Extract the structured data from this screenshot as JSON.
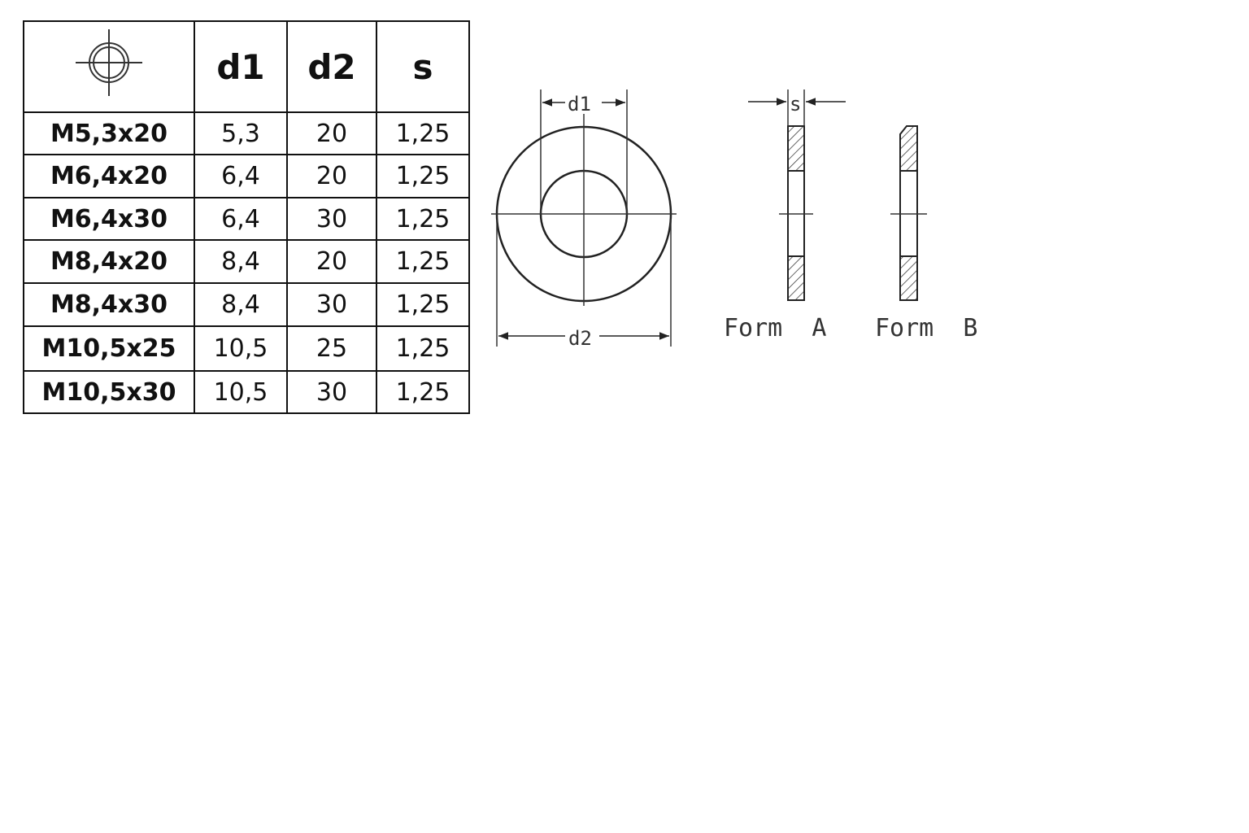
{
  "table": {
    "header_icon": "thread-size-icon",
    "columns": [
      "d1",
      "d2",
      "s"
    ],
    "rows": [
      {
        "size": "M5,3x20",
        "d1": "5,3",
        "d2": "20",
        "s": "1,25"
      },
      {
        "size": "M6,4x20",
        "d1": "6,4",
        "d2": "20",
        "s": "1,25"
      },
      {
        "size": "M6,4x30",
        "d1": "6,4",
        "d2": "30",
        "s": "1,25"
      },
      {
        "size": "M8,4x20",
        "d1": "8,4",
        "d2": "20",
        "s": "1,25"
      },
      {
        "size": "M8,4x30",
        "d1": "8,4",
        "d2": "30",
        "s": "1,25"
      },
      {
        "size": "M10,5x25",
        "d1": "10,5",
        "d2": "25",
        "s": "1,25"
      },
      {
        "size": "M10,5x30",
        "d1": "10,5",
        "d2": "30",
        "s": "1,25"
      }
    ]
  },
  "drawing": {
    "label_d1": "d1",
    "label_d2": "d2",
    "label_s": "s",
    "form_a": "Form  A",
    "form_b": "Form  B"
  }
}
